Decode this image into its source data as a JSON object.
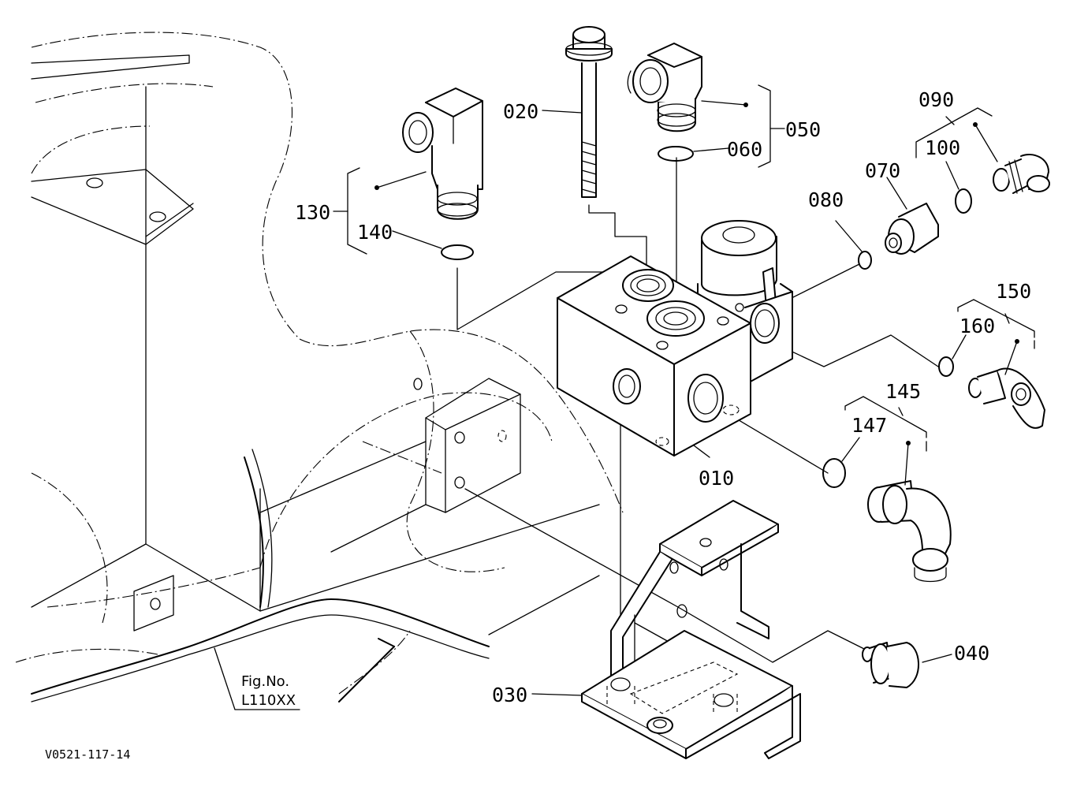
{
  "callouts": {
    "p010": "010",
    "p020": "020",
    "p030": "030",
    "p040": "040",
    "p050": "050",
    "p060": "060",
    "p070": "070",
    "p080": "080",
    "p090": "090",
    "p100": "100",
    "p130": "130",
    "p140": "140",
    "p145": "145",
    "p147": "147",
    "p150": "150",
    "p160": "160"
  },
  "figure_ref": {
    "line1": "Fig.No.",
    "line2": "L110XX"
  },
  "drawing_code": "V0521-117-14"
}
